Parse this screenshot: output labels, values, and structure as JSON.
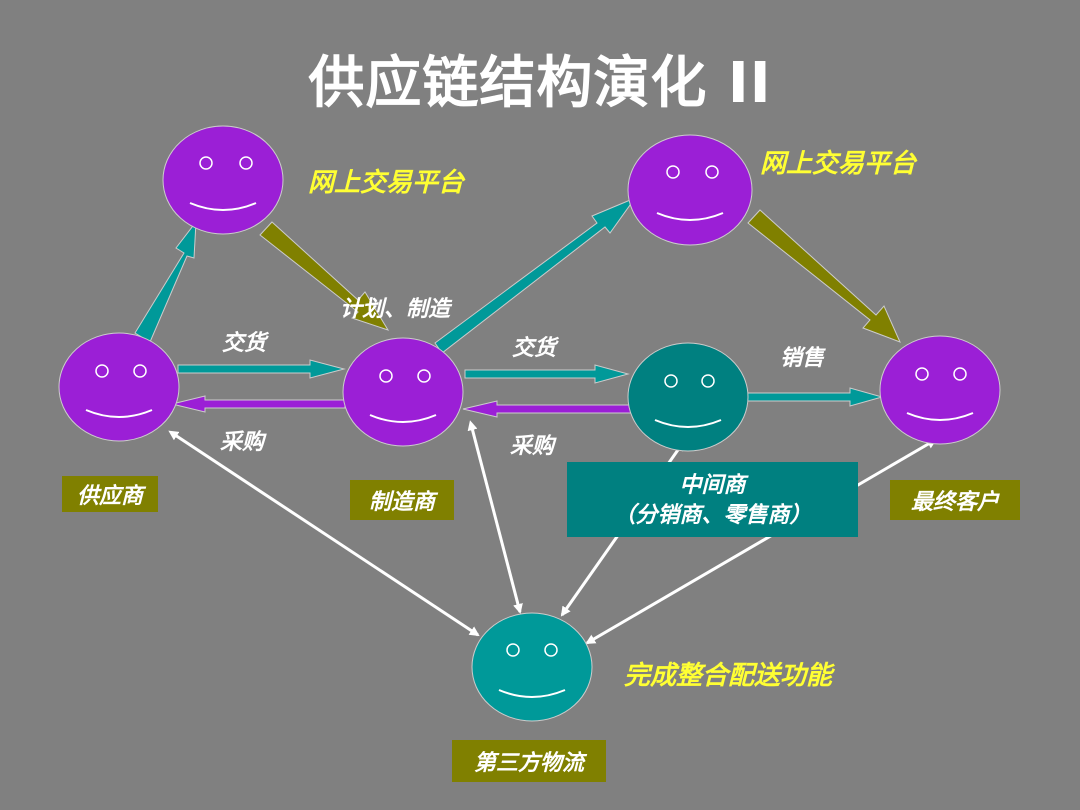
{
  "title": "供应链结构演化 II",
  "nodes": {
    "supplier": "供应商",
    "manufacturer": "制造商",
    "middleman_line1": "中间商",
    "middleman_line2": "（分销商、零售商）",
    "final_customer": "最终客户",
    "third_party_logistics": "第三方物流"
  },
  "labels": {
    "platform_left": "网上交易平台",
    "platform_right": "网上交易平台",
    "plan_manufacture": "计划、制造",
    "delivery_left": "交货",
    "delivery_right": "交货",
    "purchase_left": "采购",
    "purchase_right": "采购",
    "sales": "销售",
    "integration": "完成整合配送功能"
  },
  "colors": {
    "background": "#808080",
    "purple": "#9b1fd6",
    "teal": "#008080",
    "olive": "#808000",
    "yellow_text": "#ffff33"
  }
}
